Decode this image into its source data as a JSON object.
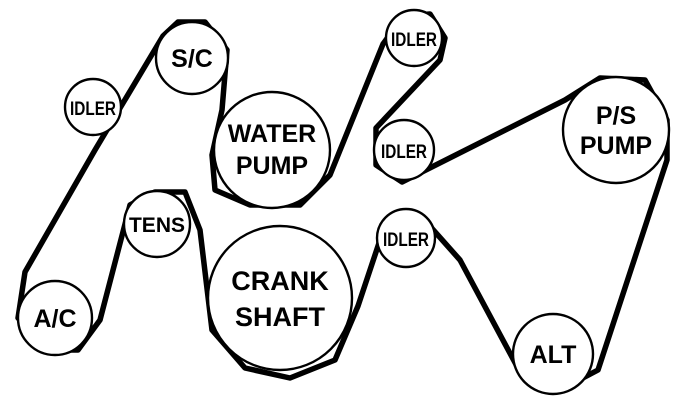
{
  "diagram": {
    "pulleys": {
      "idler_left": {
        "lines": [
          "IDLER"
        ]
      },
      "sc": {
        "lines": [
          "S/C"
        ]
      },
      "water_pump": {
        "lines": [
          "WATER",
          "PUMP"
        ]
      },
      "idler_top_right": {
        "lines": [
          "IDLER"
        ]
      },
      "idler_mid_right": {
        "lines": [
          "IDLER"
        ]
      },
      "ps_pump": {
        "lines": [
          "P/S",
          "PUMP"
        ]
      },
      "tens": {
        "lines": [
          "TENS"
        ]
      },
      "crank_shaft": {
        "lines": [
          "CRANK",
          "SHAFT"
        ]
      },
      "idler_lower": {
        "lines": [
          "IDLER"
        ]
      },
      "ac": {
        "lines": [
          "A/C"
        ]
      },
      "alt": {
        "lines": [
          "ALT"
        ]
      }
    },
    "colors": {
      "belt": "#000000",
      "pulley_fill": "#ffffff",
      "text": "#000000"
    }
  }
}
